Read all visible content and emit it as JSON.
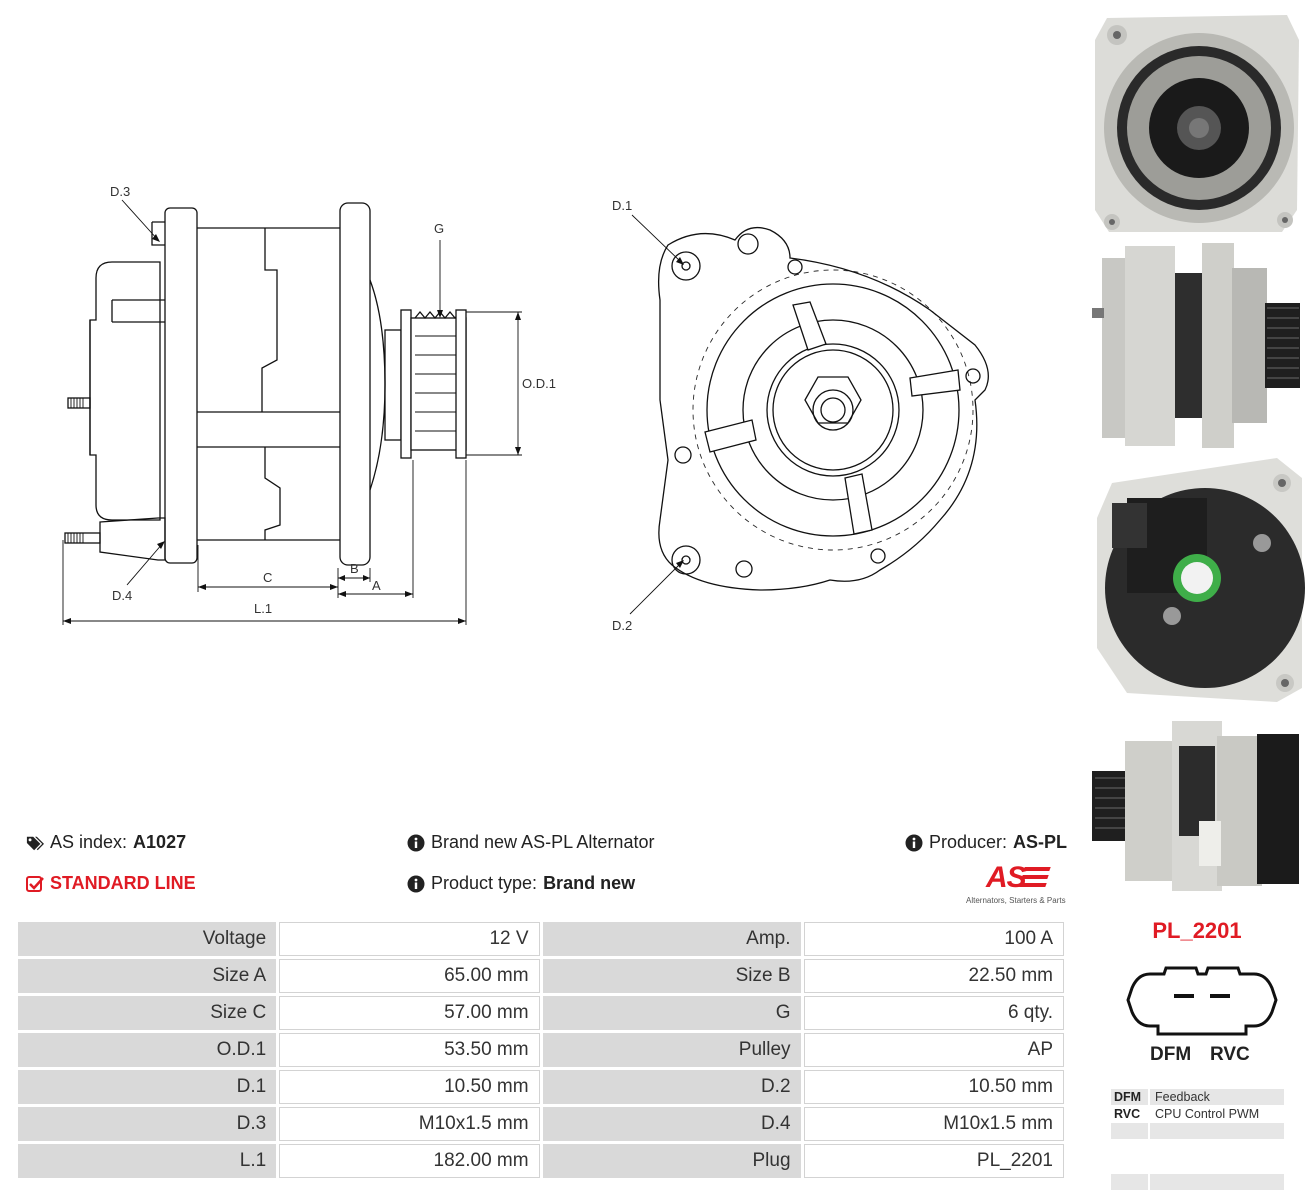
{
  "diagram": {
    "labels": {
      "d3": "D.3",
      "d4": "D.4",
      "g": "G",
      "od1": "O.D.1",
      "c": "C",
      "b": "B",
      "a": "A",
      "l1": "L.1",
      "d1": "D.1",
      "d2": "D.2"
    }
  },
  "info": {
    "index_label": "AS index:",
    "index_value": "A1027",
    "line_label": "STANDARD LINE",
    "brand_text": "Brand new AS-PL Alternator",
    "type_label": "Product type:",
    "type_value": "Brand new",
    "producer_label": "Producer:",
    "producer_value": "AS-PL",
    "logo_text": "AS",
    "logo_tagline": "Alternators, Starters & Parts"
  },
  "specs": [
    [
      "Voltage",
      "12 V",
      "Amp.",
      "100 A"
    ],
    [
      "Size A",
      "65.00 mm",
      "Size B",
      "22.50 mm"
    ],
    [
      "Size C",
      "57.00 mm",
      "G",
      "6 qty."
    ],
    [
      "O.D.1",
      "53.50 mm",
      "Pulley",
      "AP"
    ],
    [
      "D.1",
      "10.50 mm",
      "D.2",
      "10.50 mm"
    ],
    [
      "D.3",
      "M10x1.5 mm",
      "D.4",
      "M10x1.5 mm"
    ],
    [
      "L.1",
      "182.00 mm",
      "Plug",
      "PL_2201"
    ]
  ],
  "plug": {
    "code": "PL_2201",
    "pin1": "DFM",
    "pin2": "RVC",
    "legend": [
      {
        "key": "DFM",
        "desc": "Feedback"
      },
      {
        "key": "RVC",
        "desc": "CPU Control PWM"
      }
    ]
  },
  "colors": {
    "accent_red": "#e01b24",
    "table_key_bg": "#d9d9d9"
  }
}
